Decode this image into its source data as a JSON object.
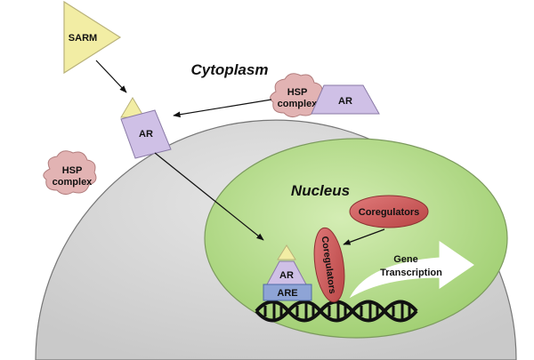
{
  "regions": {
    "cytoplasm": "Cytoplasm",
    "nucleus": "Nucleus"
  },
  "labels": {
    "sarm": "SARM",
    "ar": "AR",
    "hsp_line1": "HSP",
    "hsp_line2": "complex",
    "coregulators": "Coregulators",
    "are": "ARE",
    "gene_line1": "Gene",
    "gene_line2": "Transcription"
  },
  "colors": {
    "cell": "#d3d3d3",
    "nucleus": "#b6d98f",
    "ligand": "#f2eda4",
    "receptor": "#cfc0e6",
    "hsp": "#dda8a8",
    "coregulator": "#cc5a5a",
    "are_box": "#8ea4d6",
    "dna": "#111111"
  }
}
